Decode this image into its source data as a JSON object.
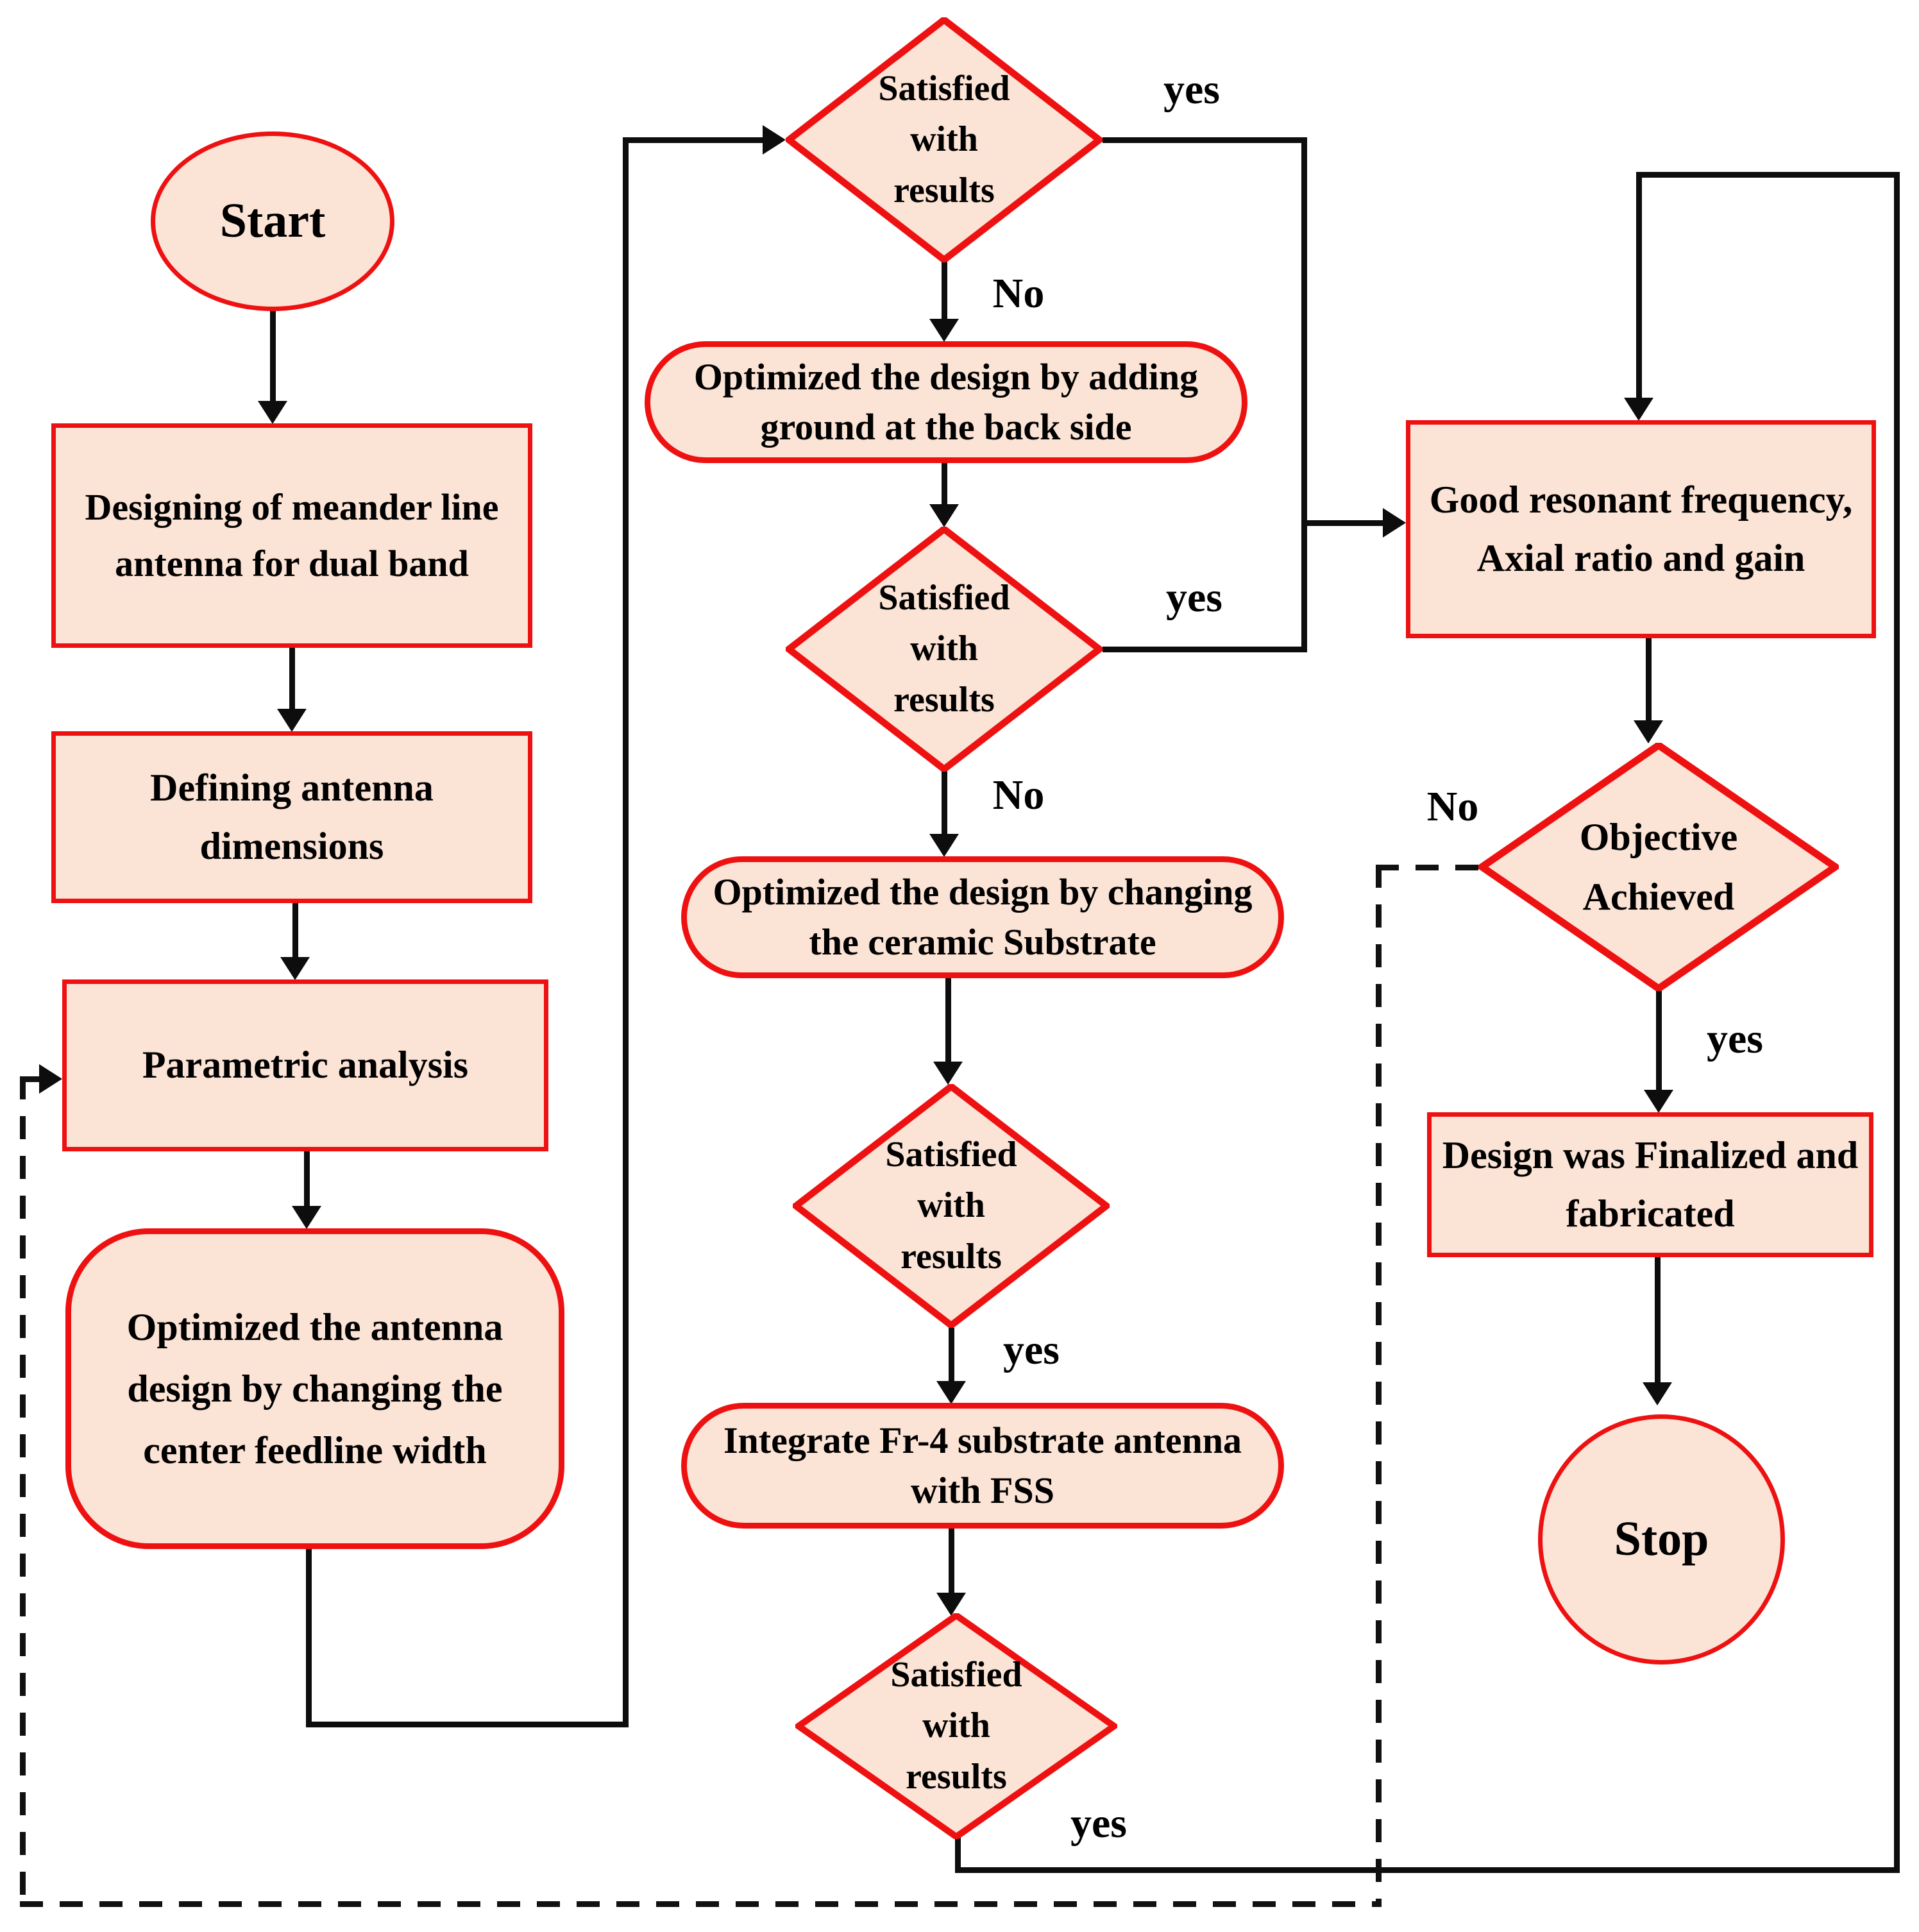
{
  "diagram": {
    "type": "flowchart",
    "title": "",
    "colors": {
      "node_fill": "#fbe3d5",
      "node_border": "#ee1111",
      "connector": "#0d0d0d",
      "text": "#000000",
      "background": "#ffffff"
    },
    "nodes": [
      {
        "id": "start",
        "shape": "ellipse",
        "label": "Start"
      },
      {
        "id": "designing",
        "shape": "rectangle",
        "label": "Designing of meander line\nantenna for dual band"
      },
      {
        "id": "defining",
        "shape": "rectangle",
        "label": "Defining antenna\ndimensions"
      },
      {
        "id": "parametric",
        "shape": "rectangle",
        "label": "Parametric analysis"
      },
      {
        "id": "opt-feedline",
        "shape": "rounded",
        "label": "Optimized the antenna\ndesign by changing the\ncenter feedline width"
      },
      {
        "id": "decision-1",
        "shape": "diamond",
        "label": "Satisfied\nwith\nresults"
      },
      {
        "id": "opt-ground",
        "shape": "rounded",
        "label": "Optimized the design by adding\nground at the back side"
      },
      {
        "id": "decision-2",
        "shape": "diamond",
        "label": "Satisfied\nwith\nresults"
      },
      {
        "id": "opt-ceramic",
        "shape": "rounded",
        "label": "Optimized the design by changing\nthe ceramic Substrate"
      },
      {
        "id": "decision-3",
        "shape": "diamond",
        "label": "Satisfied\nwith\nresults"
      },
      {
        "id": "integrate-fss",
        "shape": "rounded",
        "label": "Integrate Fr-4 substrate antenna\nwith FSS"
      },
      {
        "id": "decision-4",
        "shape": "diamond",
        "label": "Satisfied\nwith\nresults"
      },
      {
        "id": "good-resonant",
        "shape": "rectangle",
        "label": "Good resonant frequency,\nAxial ratio and gain"
      },
      {
        "id": "objective",
        "shape": "diamond",
        "label": "Objective\nAchieved"
      },
      {
        "id": "finalized",
        "shape": "rectangle",
        "label": "Design was Finalized and\nfabricated"
      },
      {
        "id": "stop",
        "shape": "ellipse",
        "label": "Stop"
      }
    ],
    "edge_labels": {
      "d1_yes": "yes",
      "d1_no": "No",
      "d2_yes": "yes",
      "d2_no": "No",
      "d3_yes": "yes",
      "d4_yes": "yes",
      "obj_no": "No",
      "obj_yes": "yes"
    },
    "edges": [
      "start -> designing",
      "designing -> defining",
      "defining -> parametric",
      "parametric -> opt-feedline",
      "opt-feedline -> decision-1",
      "decision-1 -yes-> good-resonant",
      "decision-1 -No-> opt-ground",
      "opt-ground -> decision-2",
      "decision-2 -yes-> good-resonant",
      "decision-2 -No-> opt-ceramic",
      "opt-ceramic -> decision-3",
      "decision-3 -yes-> integrate-fss",
      "integrate-fss -> decision-4",
      "decision-4 -yes-> good-resonant",
      "good-resonant -> objective",
      "objective -yes-> finalized",
      "objective -No-> parametric (dashed)",
      "finalized -> stop"
    ]
  }
}
